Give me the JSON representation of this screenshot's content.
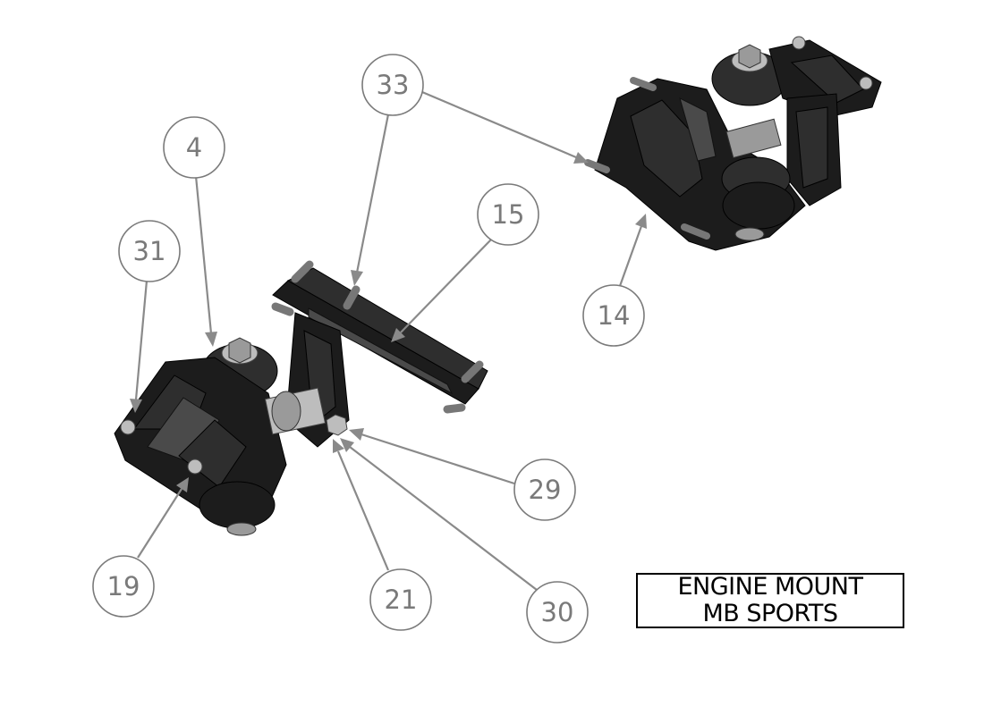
{
  "title_block": {
    "line1": "ENGINE MOUNT",
    "line2": "MB SPORTS"
  },
  "balloons": {
    "b4": "4",
    "b14": "14",
    "b15": "15",
    "b19": "19",
    "b21": "21",
    "b29": "29",
    "b30": "30",
    "b31": "31",
    "b33": "33"
  },
  "colors": {
    "leader": "#8a8a8a",
    "balloon_stroke": "#7a7a7a",
    "part": "#1c1c1c"
  }
}
